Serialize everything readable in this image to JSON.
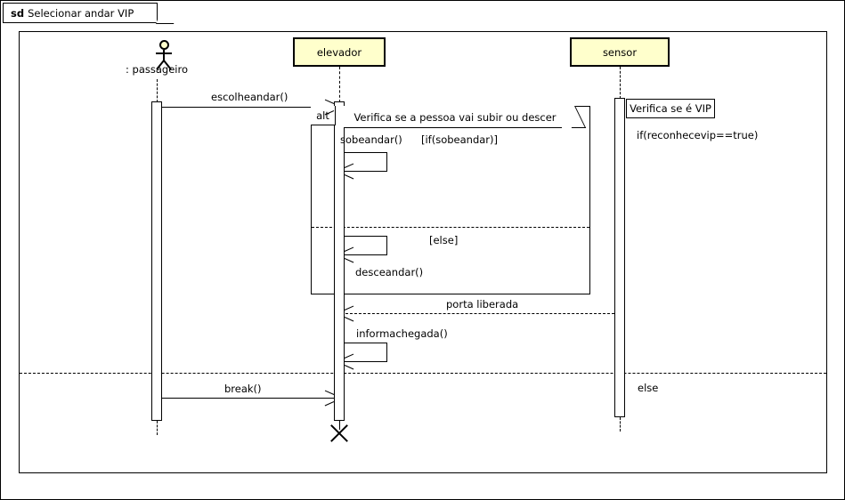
{
  "frame": {
    "keyword": "sd",
    "title": "Selecionar andar VIP"
  },
  "lifelines": [
    {
      "name": "passageiro",
      "label": ": passageiro",
      "type": "actor"
    },
    {
      "name": "elevador",
      "label": "elevador",
      "type": "object"
    },
    {
      "name": "sensor",
      "label": "sensor",
      "type": "object"
    }
  ],
  "fragment": {
    "operator": "alt",
    "condition": "Verifica se a pessoa vai subir ou descer",
    "guard_if": "[if(sobeandar)]",
    "guard_else": "[else]"
  },
  "messages": {
    "escolheandar": "escolheandar()",
    "sobeandar": "sobeandar()",
    "desceandar": "desceandar()",
    "porta_liberada": "porta liberada",
    "informachegada": "informachegada()",
    "break": "break()"
  },
  "sensor_notes": {
    "vip_box": "Verifica se é VIP",
    "condition_true": "if(reconhecevip==true)",
    "condition_else": "else"
  },
  "colors": {
    "lifeline_fill": "#ffffcc",
    "stroke": "#000000",
    "background": "#ffffff"
  }
}
